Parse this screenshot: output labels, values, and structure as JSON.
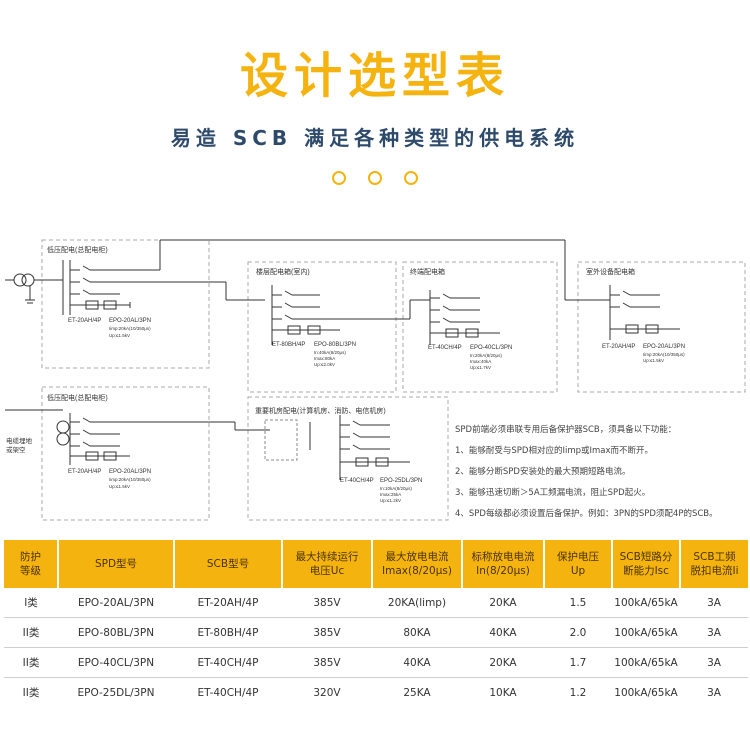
{
  "header": {
    "title": "设计选型表",
    "subtitle": "易造 SCB 满足各种类型的供电系统"
  },
  "diagram": {
    "panel1": {
      "title": "低压配电(总配电柜)",
      "breaker": "ET-20AH/4P",
      "spd": "EPO-20AL/3PN",
      "spec1": "Iimp:20kA(10/350μs)",
      "spec2": "Up:≤1.5kV"
    },
    "panel2": {
      "title": "楼层配电箱(室内)",
      "breaker": "ET-80BH/4P",
      "spd": "EPO-80BL/3PN",
      "spec1": "In:40kA(8/20μs)",
      "spec2": "Imax:80kA",
      "spec3": "Up:≤2.0kV"
    },
    "panel3": {
      "title": "终端配电箱",
      "breaker": "ET-40CH/4P",
      "spd": "EPO-40CL/3PN",
      "spec1": "In:20kA(8/20μs)",
      "spec2": "Imax:40kA",
      "spec3": "Up:≤1.7kV"
    },
    "panel4": {
      "title": "室外设备配电箱",
      "breaker": "ET-20AH/4P",
      "spd": "EPO-20AL/3PN",
      "spec1": "Iimp:20kA(10/350μs)",
      "spec2": "Up:≤1.5kV"
    },
    "panel5": {
      "title": "低压配电(总配电柜)",
      "breaker": "ET-20AH/4P",
      "spd": "EPO-20AL/3PN",
      "spec1": "Iimp:20kA(10/350μs)",
      "spec2": "Up:≤1.5kV"
    },
    "panel6": {
      "title": "重要机房配电(计算机房、消防、电信机房)",
      "breaker": "ET-40CH/4P",
      "spd": "EPO-25DL/3PN",
      "spec1": "In:10kA(8/20μs)",
      "spec2": "Imax:25kA",
      "spec3": "Up:≤1.2kV"
    },
    "cable_label": "电缆埋地",
    "cable_label2": "或架空"
  },
  "notes": {
    "intro": "SPD前端必须串联专用后备保护器SCB，须具备以下功能：",
    "items": [
      "1、能够耐受与SPD相对应的Iimp或Imax而不断开。",
      "2、能够分断SPD安装处的最大预期短路电流。",
      "3、能够迅速切断＞5A工频漏电流，阻止SPD起火。",
      "4、SPD每级都必须设置后备保护。例如：3PN的SPD须配4P的SCB。"
    ]
  },
  "table": {
    "headers": [
      [
        "防护",
        "等级"
      ],
      [
        "SPD型号",
        ""
      ],
      [
        "SCB型号",
        ""
      ],
      [
        "最大持续运行",
        "电压Uc"
      ],
      [
        "最大放电电流",
        "Imax(8/20μs)"
      ],
      [
        "标称放电电流",
        "In(8/20μs)"
      ],
      [
        "保护电压",
        "Up"
      ],
      [
        "SCB短路分",
        "断能力Isc"
      ],
      [
        "SCB工频",
        "脱扣电流Ii"
      ]
    ],
    "rows": [
      [
        "I类",
        "EPO-20AL/3PN",
        "ET-20AH/4P",
        "385V",
        "20KA(limp)",
        "20KA",
        "1.5",
        "100kA/65kA",
        "3A"
      ],
      [
        "II类",
        "EPO-80BL/3PN",
        "ET-80BH/4P",
        "385V",
        "80KA",
        "40KA",
        "2.0",
        "100kA/65kA",
        "3A"
      ],
      [
        "II类",
        "EPO-40CL/3PN",
        "ET-40CH/4P",
        "385V",
        "40KA",
        "20KA",
        "1.7",
        "100kA/65kA",
        "3A"
      ],
      [
        "II类",
        "EPO-25DL/3PN",
        "ET-40CH/4P",
        "320V",
        "25KA",
        "10KA",
        "1.2",
        "100kA/65kA",
        "3A"
      ]
    ]
  },
  "colors": {
    "accent": "#f5b30f",
    "subtitle": "#2d4a6b"
  }
}
